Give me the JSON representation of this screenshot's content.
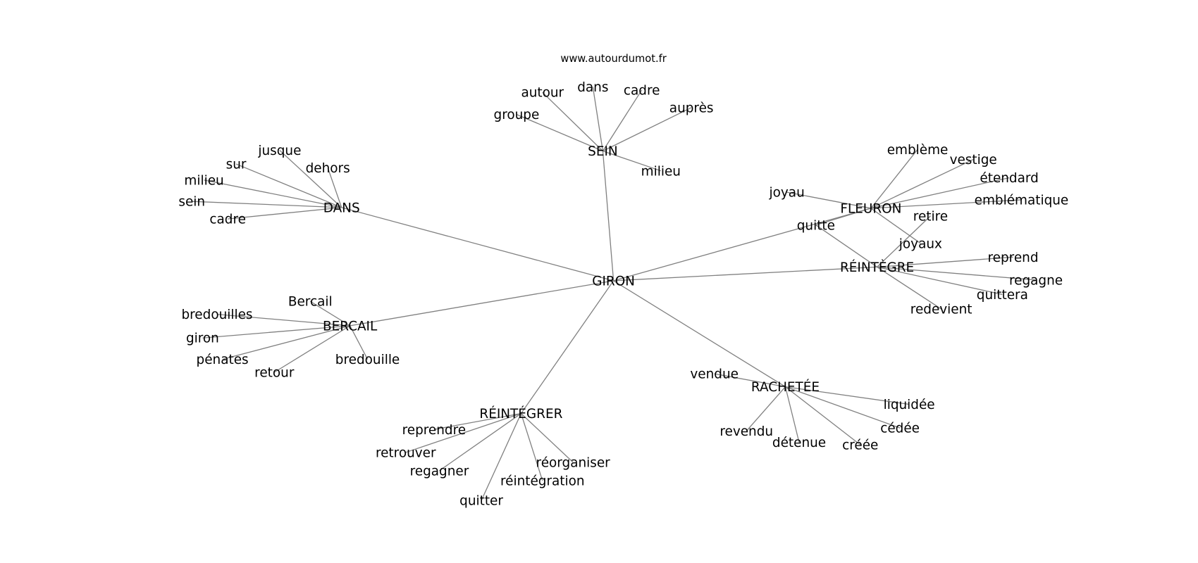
{
  "title": "www.autourdumot.fr",
  "nodes": [
    {
      "id": "giron_hub",
      "label": "GIRON"
    },
    {
      "id": "sein_hub",
      "label": "SEIN"
    },
    {
      "id": "autour",
      "label": "autour"
    },
    {
      "id": "dans_s",
      "label": "dans"
    },
    {
      "id": "cadre_s",
      "label": "cadre"
    },
    {
      "id": "aupres",
      "label": "auprès"
    },
    {
      "id": "groupe",
      "label": "groupe"
    },
    {
      "id": "milieu_s",
      "label": "milieu"
    },
    {
      "id": "dans_hub",
      "label": "DANS"
    },
    {
      "id": "jusque",
      "label": "jusque"
    },
    {
      "id": "sur",
      "label": "sur"
    },
    {
      "id": "dehors",
      "label": "dehors"
    },
    {
      "id": "milieu_d",
      "label": "milieu"
    },
    {
      "id": "sein_d",
      "label": "sein"
    },
    {
      "id": "cadre_d",
      "label": "cadre"
    },
    {
      "id": "fleuron_hub",
      "label": "FLEURON"
    },
    {
      "id": "embleme",
      "label": "emblème"
    },
    {
      "id": "vestige",
      "label": "vestige"
    },
    {
      "id": "etendard",
      "label": "étendard"
    },
    {
      "id": "emblematique",
      "label": "emblématique"
    },
    {
      "id": "joyau",
      "label": "joyau"
    },
    {
      "id": "quitte",
      "label": "quitte"
    },
    {
      "id": "retire",
      "label": "retire"
    },
    {
      "id": "joyaux",
      "label": "joyaux"
    },
    {
      "id": "reintegre_hub",
      "label": "RÉINTÈGRE"
    },
    {
      "id": "reprend",
      "label": "reprend"
    },
    {
      "id": "regagne",
      "label": "regagne"
    },
    {
      "id": "quittera",
      "label": "quittera"
    },
    {
      "id": "redevient",
      "label": "redevient"
    },
    {
      "id": "bercail_hub",
      "label": "BERCAIL"
    },
    {
      "id": "bercail_l",
      "label": "Bercail"
    },
    {
      "id": "bredouilles",
      "label": "bredouilles"
    },
    {
      "id": "giron_l",
      "label": "giron"
    },
    {
      "id": "penates",
      "label": "pénates"
    },
    {
      "id": "retour",
      "label": "retour"
    },
    {
      "id": "bredouille",
      "label": "bredouille"
    },
    {
      "id": "reintegrer_hub",
      "label": "RÉINTÉGRER"
    },
    {
      "id": "reprendre",
      "label": "reprendre"
    },
    {
      "id": "retrouver",
      "label": "retrouver"
    },
    {
      "id": "regagner",
      "label": "regagner"
    },
    {
      "id": "quitter",
      "label": "quitter"
    },
    {
      "id": "reintegration",
      "label": "réintégration"
    },
    {
      "id": "reorganiser",
      "label": "réorganiser"
    },
    {
      "id": "rachetee_hub",
      "label": "RACHETÉE"
    },
    {
      "id": "vendue",
      "label": "vendue"
    },
    {
      "id": "liquidee",
      "label": "liquidée"
    },
    {
      "id": "cedee",
      "label": "cédée"
    },
    {
      "id": "creee",
      "label": "créée"
    },
    {
      "id": "detenue",
      "label": "détenue"
    },
    {
      "id": "revendu",
      "label": "revendu"
    }
  ],
  "edges": [
    [
      "giron_hub",
      "sein_hub"
    ],
    [
      "giron_hub",
      "dans_hub"
    ],
    [
      "giron_hub",
      "fleuron_hub"
    ],
    [
      "giron_hub",
      "reintegre_hub"
    ],
    [
      "giron_hub",
      "bercail_hub"
    ],
    [
      "giron_hub",
      "reintegrer_hub"
    ],
    [
      "giron_hub",
      "rachetee_hub"
    ],
    [
      "sein_hub",
      "autour"
    ],
    [
      "sein_hub",
      "dans_s"
    ],
    [
      "sein_hub",
      "cadre_s"
    ],
    [
      "sein_hub",
      "aupres"
    ],
    [
      "sein_hub",
      "groupe"
    ],
    [
      "sein_hub",
      "milieu_s"
    ],
    [
      "dans_hub",
      "jusque"
    ],
    [
      "dans_hub",
      "sur"
    ],
    [
      "dans_hub",
      "dehors"
    ],
    [
      "dans_hub",
      "milieu_d"
    ],
    [
      "dans_hub",
      "sein_d"
    ],
    [
      "dans_hub",
      "cadre_d"
    ],
    [
      "fleuron_hub",
      "embleme"
    ],
    [
      "fleuron_hub",
      "vestige"
    ],
    [
      "fleuron_hub",
      "etendard"
    ],
    [
      "fleuron_hub",
      "emblematique"
    ],
    [
      "fleuron_hub",
      "joyau"
    ],
    [
      "fleuron_hub",
      "quitte"
    ],
    [
      "fleuron_hub",
      "joyaux"
    ],
    [
      "reintegre_hub",
      "quitte"
    ],
    [
      "reintegre_hub",
      "retire"
    ],
    [
      "reintegre_hub",
      "reprend"
    ],
    [
      "reintegre_hub",
      "regagne"
    ],
    [
      "reintegre_hub",
      "quittera"
    ],
    [
      "reintegre_hub",
      "redevient"
    ],
    [
      "bercail_hub",
      "bercail_l"
    ],
    [
      "bercail_hub",
      "bredouilles"
    ],
    [
      "bercail_hub",
      "giron_l"
    ],
    [
      "bercail_hub",
      "penates"
    ],
    [
      "bercail_hub",
      "retour"
    ],
    [
      "bercail_hub",
      "bredouille"
    ],
    [
      "reintegrer_hub",
      "reprendre"
    ],
    [
      "reintegrer_hub",
      "retrouver"
    ],
    [
      "reintegrer_hub",
      "regagner"
    ],
    [
      "reintegrer_hub",
      "quitter"
    ],
    [
      "reintegrer_hub",
      "reintegration"
    ],
    [
      "reintegrer_hub",
      "reorganiser"
    ],
    [
      "rachetee_hub",
      "vendue"
    ],
    [
      "rachetee_hub",
      "liquidee"
    ],
    [
      "rachetee_hub",
      "cedee"
    ],
    [
      "rachetee_hub",
      "creee"
    ],
    [
      "rachetee_hub",
      "detenue"
    ],
    [
      "rachetee_hub",
      "revendu"
    ]
  ]
}
